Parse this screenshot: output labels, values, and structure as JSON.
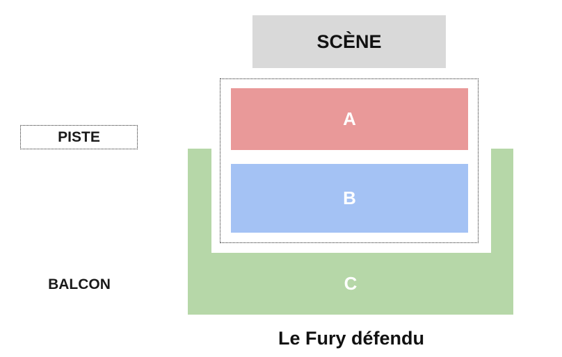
{
  "stage": {
    "label": "SCÈNE"
  },
  "zones": [
    {
      "id": "A",
      "label": "A",
      "color": "#e99999"
    },
    {
      "id": "B",
      "label": "B",
      "color": "#a4c2f4"
    },
    {
      "id": "C",
      "label": "C",
      "color": "#b6d7a8"
    }
  ],
  "legend": {
    "piste": "PISTE",
    "balcon": "BALCON"
  },
  "venue": {
    "title": "Le Fury défendu"
  }
}
